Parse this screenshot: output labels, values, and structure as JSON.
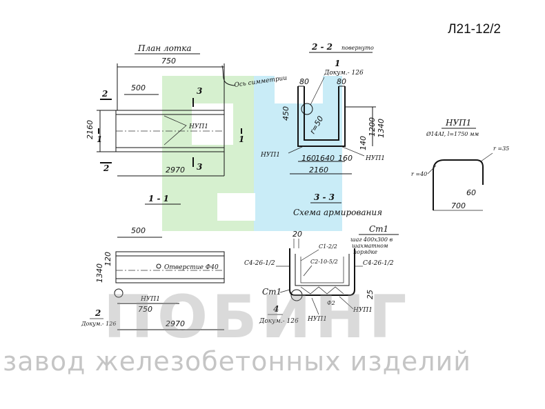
{
  "sheet_code": "Л21-12/2",
  "views": {
    "plan": {
      "title": "План лотка"
    },
    "section_2_2": {
      "title": "2 - 2",
      "note": "повернуто"
    },
    "section_1_1": {
      "title": "1 - 1"
    },
    "section_3_3": {
      "title": "3 - 3",
      "subtitle": "Схема армирования"
    }
  },
  "labels": {
    "axis": "Ось симметрии",
    "hole": "Отверстие Ф40",
    "doc126_a": "Докум.- 126",
    "doc126_b": "Докум.- 126",
    "doc126_c": "Докум.- 126",
    "pitch_1": "шаг 400х300 в",
    "pitch_2": "шахматном",
    "pitch_3": "порядке"
  },
  "callouts": {
    "n1": "1",
    "n2": "2",
    "n4": "4",
    "cut2_top": "2",
    "cut2_bot": "2",
    "cut3_top": "3",
    "cut3_bot": "3",
    "cut1_left": "1",
    "cut1_right": "1"
  },
  "marks": {
    "nup1_plan": "НУП1",
    "nup1_22_left": "НУП1",
    "nup1_22_right": "НУП1",
    "nup1_11": "НУП1",
    "nup1_33_a": "НУП1",
    "nup1_33_b": "НУП1",
    "st1_top": "Ст1",
    "st1_left": "Ст1",
    "c1": "С1-2/2",
    "c2": "С2-10-5/2",
    "c4_left": "С4-26-1/2",
    "c4_right": "С4-26-1/2",
    "f2": "Ф2"
  },
  "dimensions": {
    "plan_750": "750",
    "plan_500": "500",
    "plan_2160": "2160",
    "plan_2970": "2970",
    "s22_80a": "80",
    "s22_80b": "80",
    "s22_450": "450",
    "s22_r50": "r=50",
    "s22_1200": "1200",
    "s22_1340": "1340",
    "s22_140": "140",
    "s22_160a": "160",
    "s22_1640": "1640",
    "s22_160b": "160",
    "s22_2160": "2160",
    "s11_500": "500",
    "s11_1340": "1340",
    "s11_120": "120",
    "s11_750": "750",
    "s11_2970": "2970",
    "s33_20": "20",
    "s33_25": "25"
  },
  "nup1_detail": {
    "title": "НУП1",
    "spec": "Ø14AI, l=1750 мм",
    "r35": "r =35",
    "r40": "r =40",
    "d60": "60",
    "d700": "700"
  },
  "watermark": {
    "brand": "ПОБИНГ",
    "tagline": "завод железобетонных изделий"
  },
  "colors": {
    "logo_green": "#d6f0cf",
    "logo_blue": "#c9ecf7",
    "ink": "#111111",
    "watermark_gray": "#969696"
  }
}
